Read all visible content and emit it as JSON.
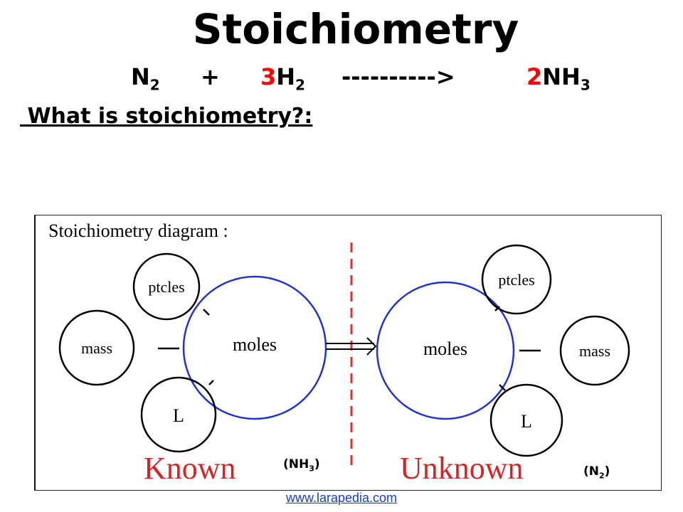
{
  "slide": {
    "title": "Stoichiometry",
    "question": " What is stoichiometry?:",
    "source_link": "www.larapedia.com"
  },
  "equation": {
    "reactant1": "N",
    "reactant1_sub": "2",
    "plus": "+",
    "coef2": "3",
    "reactant2": "H",
    "reactant2_sub": "2",
    "arrow": "---------->",
    "coef_product": "2",
    "product": "NH",
    "product_sub": "3",
    "coef_color": "#ff0000"
  },
  "diagram": {
    "heading": "Stoichiometry diagram :",
    "divider_color": "#e03030",
    "center_circle_color": "#2233cc",
    "left": {
      "center_label": "moles",
      "top_label": "ptcles",
      "side_label": "mass",
      "bottom_label": "L",
      "caption": "Known",
      "formula": "(NH",
      "formula_sub": "3",
      "formula_close": ")"
    },
    "right": {
      "center_label": "moles",
      "top_label": "ptcles",
      "side_label": "mass",
      "bottom_label": "L",
      "caption": "Unknown",
      "formula": "(N",
      "formula_sub": "2",
      "formula_close": ")"
    },
    "caption_color": "#d42424"
  }
}
